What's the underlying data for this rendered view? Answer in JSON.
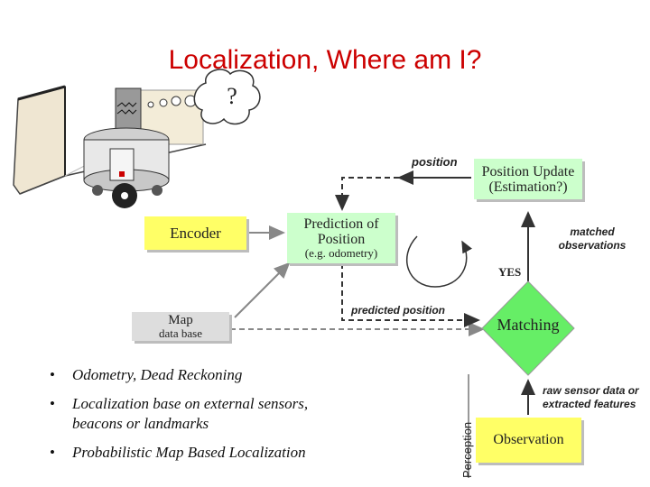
{
  "title": "Localization, Where am I?",
  "thought_bubble": "?",
  "boxes": {
    "encoder": "Encoder",
    "prediction": {
      "line1": "Prediction of",
      "line2": "Position",
      "line3": "(e.g. odometry)"
    },
    "position_update": {
      "line1": "Position Update",
      "line2": "(Estimation?)"
    },
    "map": {
      "line1": "Map",
      "line2": "data base"
    },
    "matching": "Matching",
    "observation": "Observation"
  },
  "labels": {
    "position": "position",
    "matched": {
      "line1": "matched",
      "line2": "observations"
    },
    "yes": "YES",
    "predicted_position": "predicted position",
    "raw": {
      "line1": "raw sensor data or",
      "line2": "extracted features"
    },
    "perception": "Perception"
  },
  "bullets": [
    {
      "marker": "•",
      "line1": "Odometry, Dead Reckoning",
      "line2": ""
    },
    {
      "marker": "•",
      "line1": "Localization base on external sensors,",
      "line2": "beacons or landmarks"
    },
    {
      "marker": "•",
      "line1": "Probabilistic Map Based Localization",
      "line2": ""
    }
  ],
  "colors": {
    "title": "#cc0000",
    "yellow": "#ffff66",
    "green_box": "#ccffcc",
    "diamond": "#66ee66",
    "map_box": "#dddddd"
  }
}
